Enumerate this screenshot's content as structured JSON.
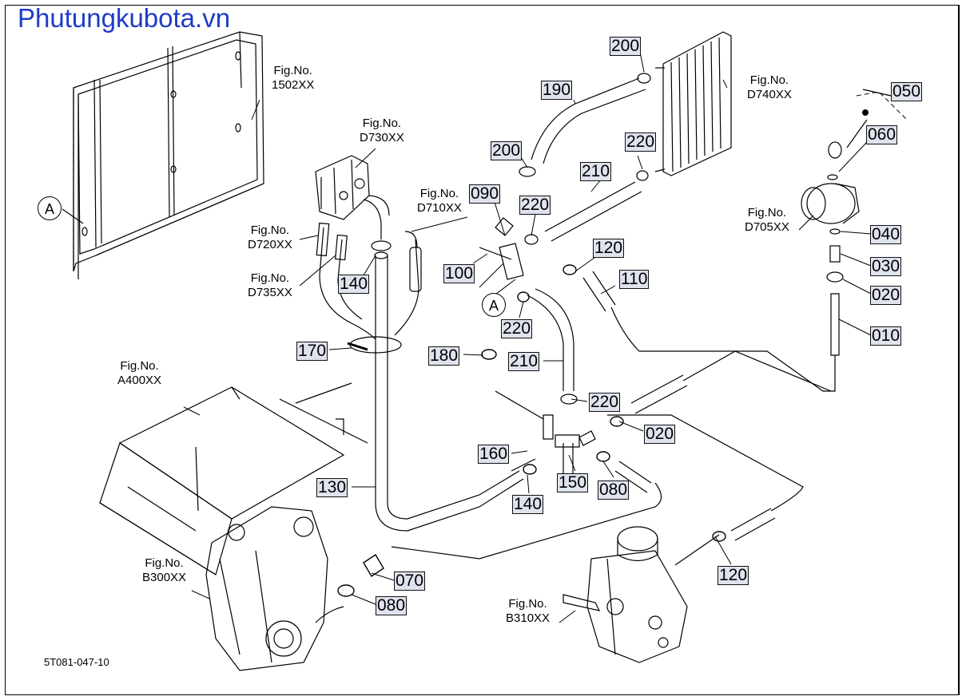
{
  "watermark": "Phutungkubota.vn",
  "drawing_code": "5T081-047-10",
  "callout_letter": "A",
  "fig_refs": [
    {
      "line1": "Fig.No.",
      "line2": "1502XX"
    },
    {
      "line1": "Fig.No.",
      "line2": "D730XX"
    },
    {
      "line1": "Fig.No.",
      "line2": "D710XX"
    },
    {
      "line1": "Fig.No.",
      "line2": "D720XX"
    },
    {
      "line1": "Fig.No.",
      "line2": "D735XX"
    },
    {
      "line1": "Fig.No.",
      "line2": "D740XX"
    },
    {
      "line1": "Fig.No.",
      "line2": "D705XX"
    },
    {
      "line1": "Fig.No.",
      "line2": "A400XX"
    },
    {
      "line1": "Fig.No.",
      "line2": "B300XX"
    },
    {
      "line1": "Fig.No.",
      "line2": "B310XX"
    }
  ],
  "parts": [
    "200",
    "190",
    "200",
    "220",
    "210",
    "090",
    "220",
    "100",
    "120",
    "110",
    "140",
    "220",
    "170",
    "180",
    "210",
    "220",
    "020",
    "160",
    "150",
    "080",
    "140",
    "130",
    "070",
    "080",
    "120",
    "050",
    "060",
    "040",
    "030",
    "020",
    "010"
  ]
}
